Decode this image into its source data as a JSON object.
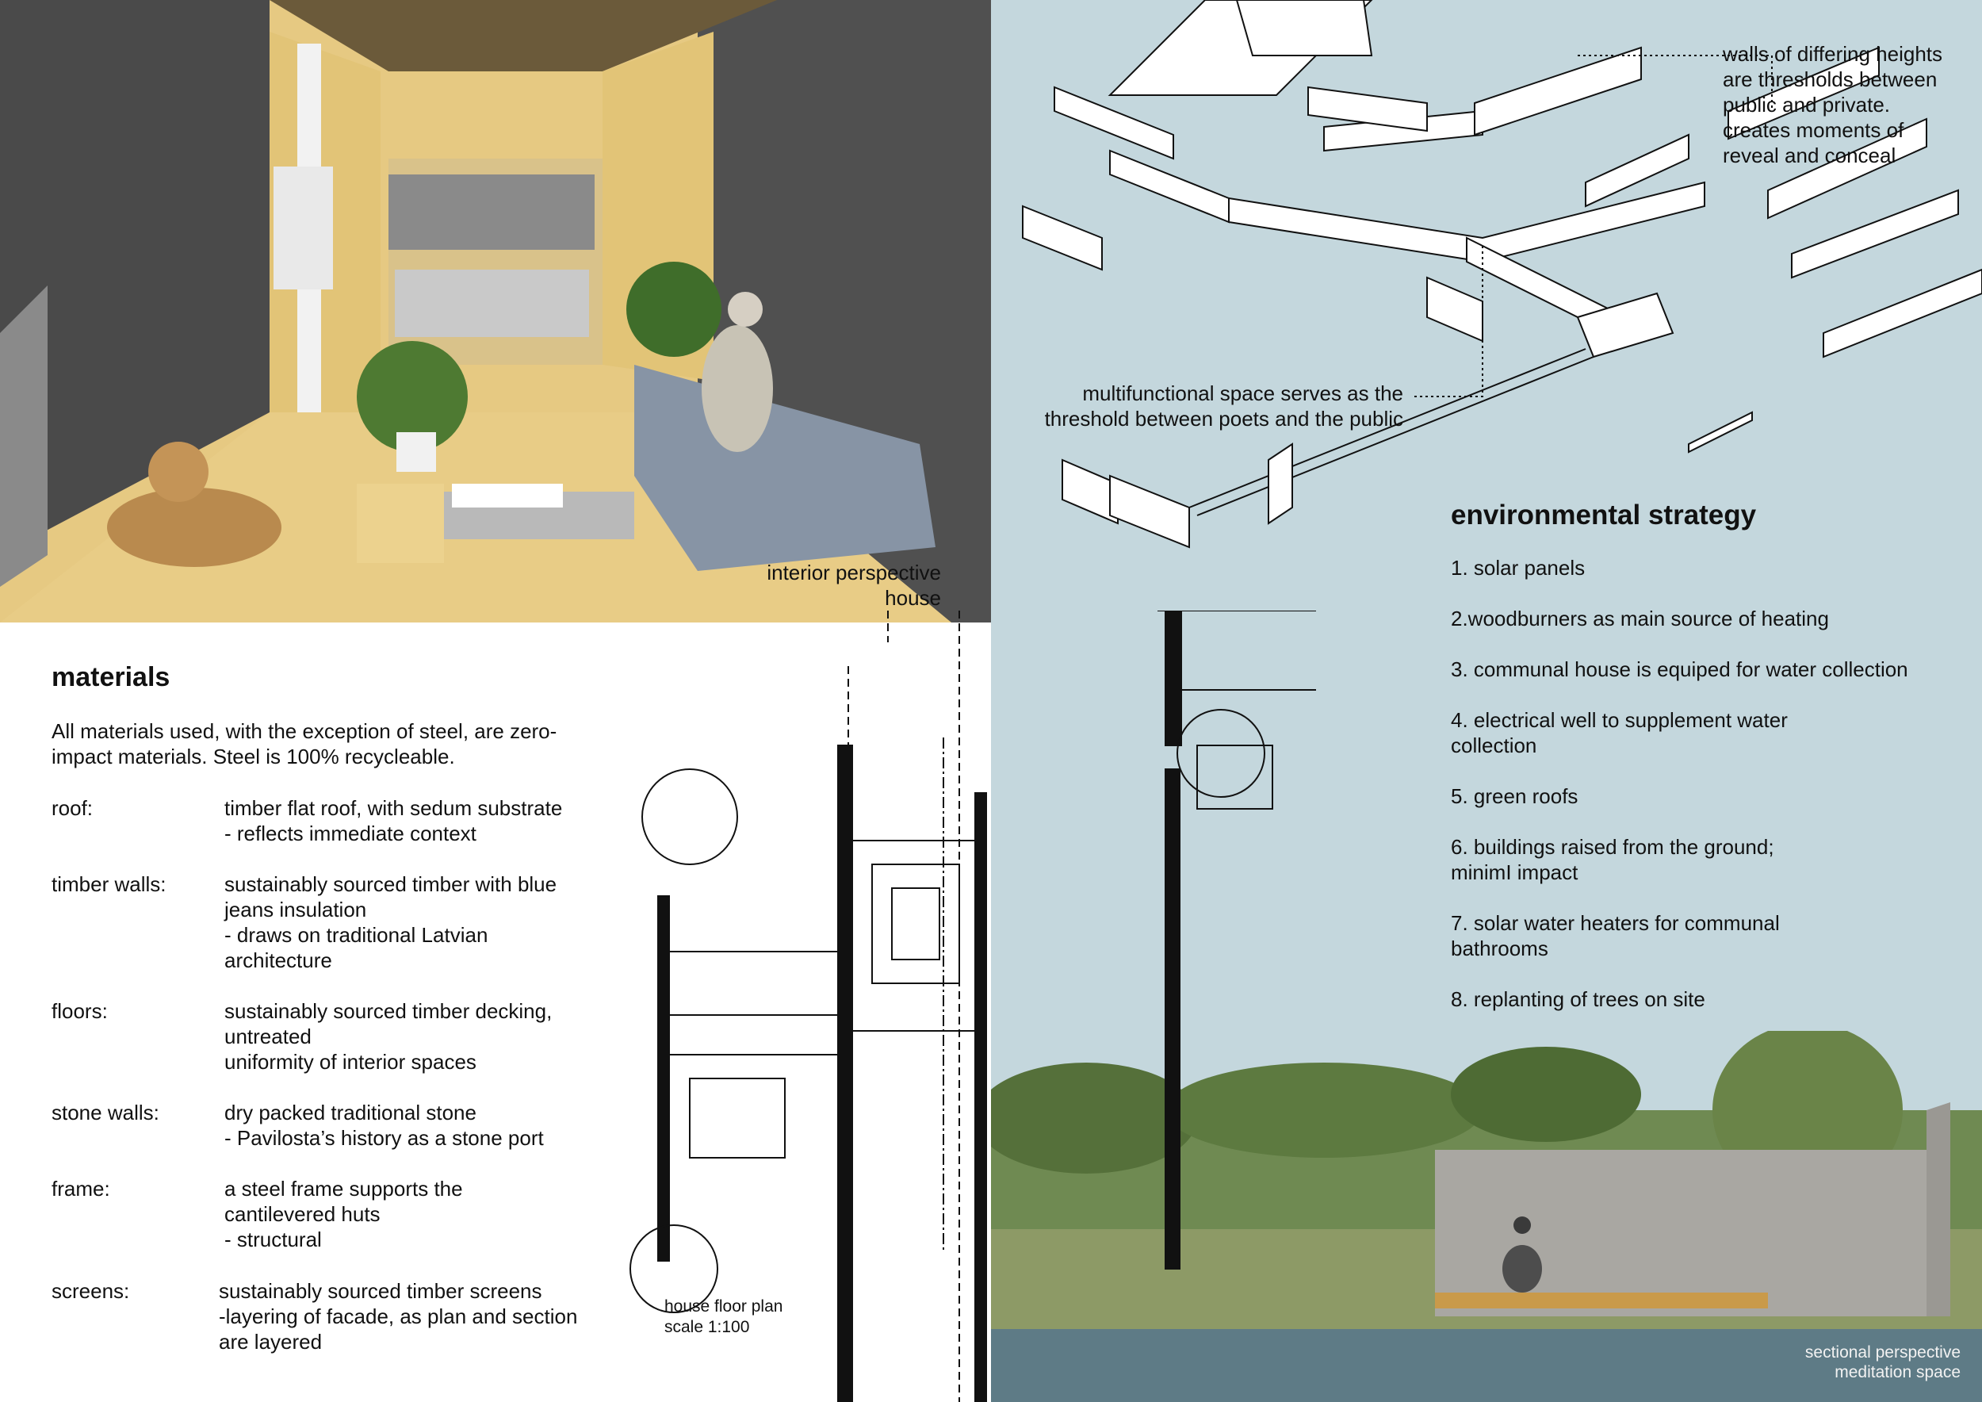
{
  "interior": {
    "caption_line1": "interior perspective",
    "caption_line2": "house"
  },
  "axonometric": {
    "annotation_walls": [
      "walls of differing heights",
      "are thresholds between",
      "public and private.",
      "creates moments of",
      "reveal and conceal"
    ],
    "annotation_multifunctional": [
      "multifunctional space serves as the",
      "threshold between poets and the public"
    ]
  },
  "environmental_strategy": {
    "title": "environmental strategy",
    "items": [
      "1. solar panels",
      "2.woodburners as main source of heating",
      "3. communal house is equiped for water collection",
      "4. electrical well to supplement water collection",
      "5. green roofs",
      "6. buildings raised from the ground; minimI impact",
      "7. solar water heaters for communal bathrooms",
      "8. replanting of trees on site"
    ]
  },
  "materials": {
    "title": "materials",
    "intro": "All materials used, with the exception of steel, are zero-impact materials. Steel is 100% recycleable.",
    "rows": [
      {
        "label": "roof:",
        "value": [
          "timber flat roof, with sedum substrate",
          "- reflects immediate context"
        ]
      },
      {
        "label": "timber walls:",
        "value": [
          "sustainably sourced timber with blue",
          "jeans insulation",
          "- draws on traditional Latvian",
          "architecture"
        ]
      },
      {
        "label": "floors:",
        "value": [
          "sustainably sourced timber decking,",
          "untreated",
          "uniformity of interior spaces"
        ]
      },
      {
        "label": "stone walls:",
        "value": [
          "dry packed traditional stone",
          "- Pavilosta’s history as a stone port"
        ]
      },
      {
        "label": "frame:",
        "value": [
          "a steel frame supports the",
          "cantilevered huts",
          "- structural"
        ]
      },
      {
        "label": "screens:",
        "value": [
          "sustainably sourced timber screens",
          "-layering of facade, as plan and section",
          "are layered"
        ]
      }
    ]
  },
  "floor_plan": {
    "caption_line1": "house floor plan",
    "caption_line2": "scale 1:100"
  },
  "section": {
    "caption_line1": "sectional perspective",
    "caption_line2": "meditation space"
  },
  "colors": {
    "background_blue": "#c4d7dd",
    "water": "#5e7b86",
    "timber": "#e3c77f",
    "stone": "#5a5a5a"
  }
}
